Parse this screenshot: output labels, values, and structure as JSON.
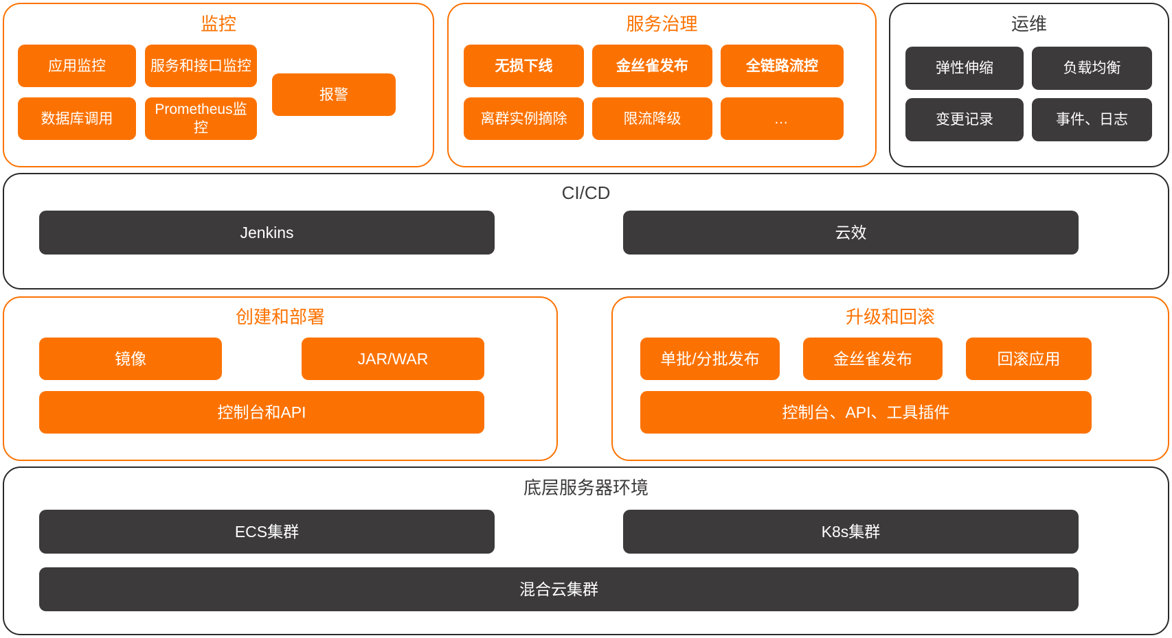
{
  "colors": {
    "accent_orange": "#FC7202",
    "dark_gray": "#3C3A3A",
    "panel_border_dark": "#2B2828",
    "background": "#FFFFFF",
    "text_on_chip": "#FFFFFF"
  },
  "panels": {
    "monitoring": {
      "title": "监控",
      "style": "orange",
      "chips": [
        {
          "label": "应用监控",
          "style": "orange"
        },
        {
          "label": "服务和接口监控",
          "style": "orange"
        },
        {
          "label": "报警",
          "style": "orange"
        },
        {
          "label": "数据库调用",
          "style": "orange"
        },
        {
          "label": "Prometheus监控",
          "style": "orange"
        }
      ]
    },
    "service_governance": {
      "title": "服务治理",
      "style": "orange",
      "chips": [
        {
          "label": "无损下线",
          "style": "orange",
          "bold": true
        },
        {
          "label": "金丝雀发布",
          "style": "orange",
          "bold": true
        },
        {
          "label": "全链路流控",
          "style": "orange",
          "bold": true
        },
        {
          "label": "离群实例摘除",
          "style": "orange",
          "bold": false
        },
        {
          "label": "限流降级",
          "style": "orange",
          "bold": false
        },
        {
          "label": "…",
          "style": "orange",
          "bold": false
        }
      ]
    },
    "operations": {
      "title": "运维",
      "style": "dark",
      "chips": [
        {
          "label": "弹性伸缩",
          "style": "dark"
        },
        {
          "label": "负载均衡",
          "style": "dark"
        },
        {
          "label": "变更记录",
          "style": "dark"
        },
        {
          "label": "事件、日志",
          "style": "dark"
        }
      ]
    },
    "cicd": {
      "title": "CI/CD",
      "style": "dark",
      "chips": [
        {
          "label": "Jenkins",
          "style": "dark"
        },
        {
          "label": "云效",
          "style": "dark"
        }
      ]
    },
    "create_deploy": {
      "title": "创建和部署",
      "style": "orange",
      "chips": [
        {
          "label": "镜像",
          "style": "orange"
        },
        {
          "label": "JAR/WAR",
          "style": "orange"
        },
        {
          "label": "控制台和API",
          "style": "orange"
        }
      ]
    },
    "upgrade_rollback": {
      "title": "升级和回滚",
      "style": "orange",
      "chips": [
        {
          "label": "单批/分批发布",
          "style": "orange"
        },
        {
          "label": "金丝雀发布",
          "style": "orange"
        },
        {
          "label": "回滚应用",
          "style": "orange"
        },
        {
          "label": "控制台、API、工具插件",
          "style": "orange"
        }
      ]
    },
    "infrastructure": {
      "title": "底层服务器环境",
      "style": "dark",
      "chips": [
        {
          "label": "ECS集群",
          "style": "dark"
        },
        {
          "label": "K8s集群",
          "style": "dark"
        },
        {
          "label": "混合云集群",
          "style": "dark"
        }
      ]
    }
  }
}
